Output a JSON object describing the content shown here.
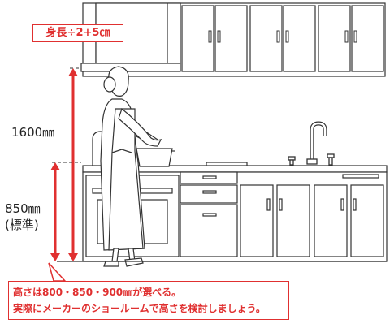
{
  "labels": {
    "height_formula": "身長÷2+5㎝",
    "upper_height": "1600㎜",
    "counter_height": "850㎜",
    "counter_standard": "(標準)"
  },
  "note": {
    "line1": "高さは800・850・900㎜が選べる。",
    "line2": "実際にメーカーのショールームで高さを検討しましょう。"
  },
  "colors": {
    "accent": "#e03030",
    "line": "#333333",
    "apron": "#ffffff"
  }
}
